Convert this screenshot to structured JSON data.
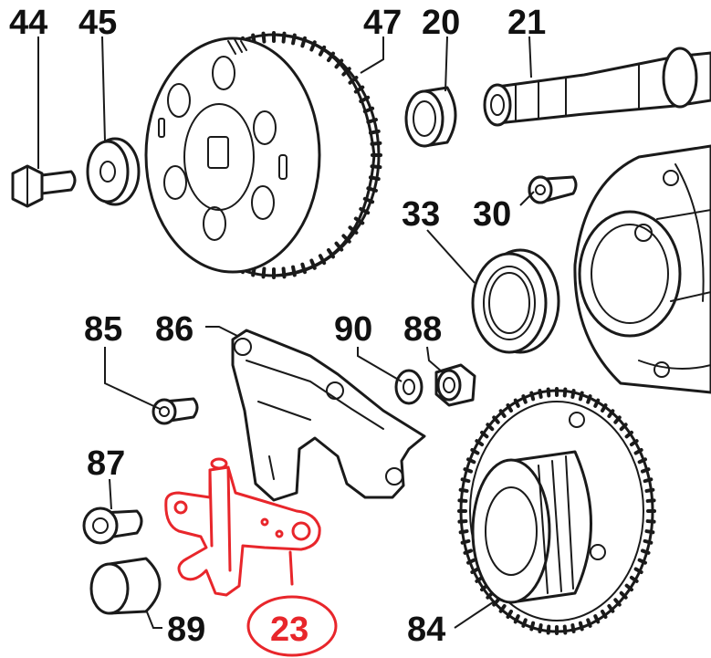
{
  "diagram": {
    "labels": {
      "p44": "44",
      "p45": "45",
      "p47": "47",
      "p20": "20",
      "p21": "21",
      "p33": "33",
      "p30": "30",
      "p85": "85",
      "p86": "86",
      "p90": "90",
      "p88": "88",
      "p87": "87",
      "p89": "89",
      "p23": "23",
      "p84": "84"
    },
    "highlighted_part": "23",
    "colors": {
      "ink": "#1a1a1a",
      "highlight": "#e8262b",
      "background": "#ffffff"
    }
  }
}
